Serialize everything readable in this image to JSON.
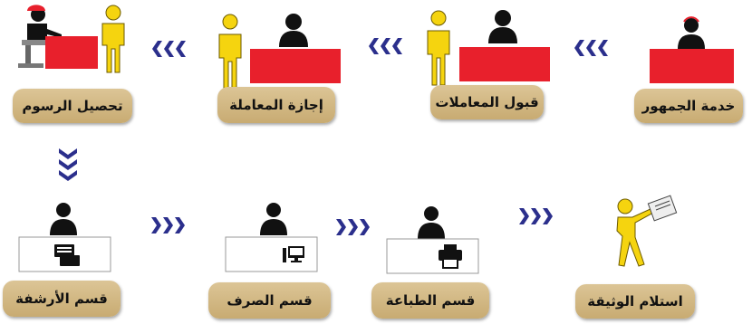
{
  "colors": {
    "counter_red": "#e8202c",
    "visitor_yellow": "#f5d40f",
    "staff_black": "#111111",
    "label_tan": "#d4b884",
    "arrow_navy": "#2b2f8c"
  },
  "steps": [
    {
      "label": "خدمة الجمهور",
      "icon": "receptionist-icon"
    },
    {
      "label": "قبول المعاملات",
      "icon": "clerk-with-visitor-icon"
    },
    {
      "label": "إجازة المعاملة",
      "icon": "clerk-with-visitor-icon"
    },
    {
      "label": "تحصيل الرسوم",
      "icon": "cashier-with-visitor-icon"
    },
    {
      "label": "قسم الأرشفة",
      "icon": "archive-desk-icon"
    },
    {
      "label": "قسم الصرف",
      "icon": "computer-desk-icon"
    },
    {
      "label": "قسم الطباعة",
      "icon": "printer-desk-icon"
    },
    {
      "label": "استلام الوثيقة",
      "icon": "person-receiving-document-icon"
    }
  ]
}
